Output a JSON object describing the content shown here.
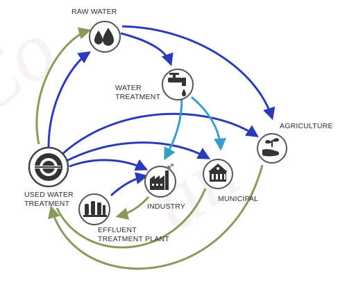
{
  "nodes": {
    "raw_water": {
      "label": "RAW WATER",
      "icon": "water-drops-icon"
    },
    "water_treatment": {
      "line1": "WATER",
      "line2": "TREATMENT",
      "icon": "faucet-icon"
    },
    "agriculture": {
      "label": "AGRICULTURE",
      "icon": "plant-hand-icon"
    },
    "used_water_treatment": {
      "line1": "USED WATER",
      "line2": "TREATMENT",
      "icon": "clarifier-icon"
    },
    "industry": {
      "label": "INDUSTRY",
      "icon": "factory-icon"
    },
    "municipal": {
      "label": "MUNICIPAL",
      "icon": "building-icon"
    },
    "effluent_treatment_plant": {
      "line1": "EFFLUENT",
      "line2": "TREATMENT PLANT",
      "icon": "plant-tanks-icon"
    }
  },
  "colors": {
    "supply_flow": "#2b3bb8",
    "treated_flow": "#3a9dc9",
    "return_flow": "#8a9a5b",
    "icon_fill": "#3a3a3a"
  }
}
